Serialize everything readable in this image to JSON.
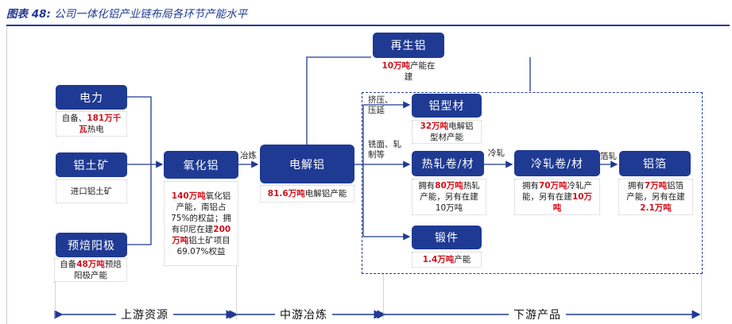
{
  "figure": {
    "label": "图表 48:",
    "title": "公司一体化铝产业链布局各环节产能水平"
  },
  "nodes": {
    "power": "电力",
    "bauxite": "铝土矿",
    "anode": "预焙阳极",
    "alumina": "氧化铝",
    "electrolytic": "电解铝",
    "recycled": "再生铝",
    "profile": "铝型材",
    "hot_roll": "热轧卷/材",
    "cold_roll": "冷轧卷/材",
    "foil": "铝箔",
    "forging": "锻件"
  },
  "notes": {
    "power": {
      "a": "自备、",
      "b": "181万千瓦",
      "c": "热电"
    },
    "bauxite": {
      "a": "进口铝土矿"
    },
    "anode": {
      "a": "自备",
      "b": "48万吨",
      "c": "预焙阳极产能"
    },
    "alumina": {
      "b1": "140万吨",
      "a1": "氧化铝产能，南铝占75%的权益；拥有印尼在建",
      "b2": "200万吨",
      "a2": "铝土矿项目69.07%权益"
    },
    "electrolytic": {
      "b": "81.6万吨",
      "a": "电解铝产能"
    },
    "recycled": {
      "b": "10万吨",
      "a": "产能在建"
    },
    "profile": {
      "b": "32万吨",
      "a": "电解铝型材产能"
    },
    "hot_roll": {
      "a1": "拥有",
      "b": "80万吨",
      "a2": "热轧产能，另有在建10万吨"
    },
    "cold_roll": {
      "a1": "拥有",
      "b1": "70万吨",
      "a2": "冷轧产能，另有在建",
      "b2": "10万吨"
    },
    "foil": {
      "a1": "拥有",
      "b1": "7万吨",
      "a2": "铝箔产能，另有在建",
      "b2": "2.1万吨"
    },
    "forging": {
      "b": "1.4万吨",
      "a": "产能"
    }
  },
  "edge_labels": {
    "smelt": "冶炼",
    "extrude": "挤压、压延",
    "mill": "铣面、轧制等",
    "cold": "冷轧",
    "roll": "箔轧"
  },
  "stages": {
    "upstream": "上游资源",
    "midstream": "中游冶炼",
    "downstream": "下游产品"
  },
  "colors": {
    "node": "#1f3a93",
    "highlight": "#d0101b",
    "line": "#1f3a93"
  }
}
